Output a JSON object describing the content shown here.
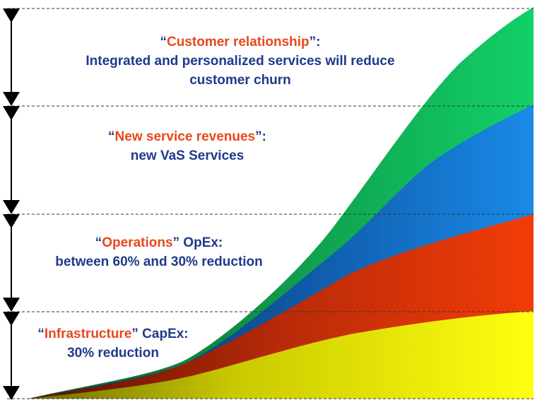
{
  "colors": {
    "customer": "#0fba5c",
    "revenue": "#1a82dc",
    "operations": "#e0340c",
    "infrastructure": "#f2f20c",
    "text_blue": "#1f3a8a",
    "text_orange": "#e8481c"
  },
  "labels": {
    "customer": {
      "open": "“",
      "name": "Customer relationship",
      "close": "”:",
      "rest": "",
      "line2": "Integrated and personalized services will reduce",
      "line3": "customer churn"
    },
    "revenue": {
      "open": "“",
      "name": "New service revenues",
      "close": "”:",
      "rest": "",
      "line2": "new VaS Services"
    },
    "operations": {
      "open": "“",
      "name": "Operations",
      "close": "”",
      "rest": " OpEx:",
      "line2": "between 60% and 30% reduction"
    },
    "infrastructure": {
      "open": "“",
      "name": "Infrastructure",
      "close": "”",
      "rest": " CapEx:",
      "line2": "30% reduction"
    }
  }
}
